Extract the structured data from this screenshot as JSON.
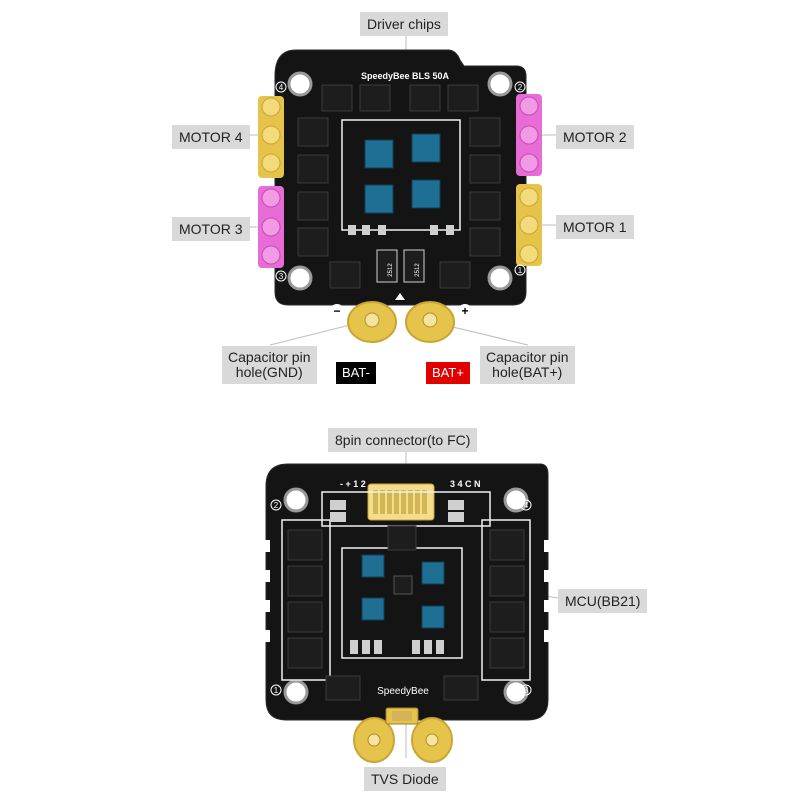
{
  "top_board": {
    "silkscreen_title": "SpeedyBee BLS 50A",
    "resistor_marks": [
      "2512",
      "2512"
    ],
    "minus_mark": "−",
    "plus_mark": "+",
    "corner_marks": [
      "4",
      "2",
      "3",
      "1"
    ]
  },
  "bottom_board": {
    "silkscreen_brand": "SpeedyBee",
    "pin_marks_left": "- + 1 2",
    "pin_marks_right": "3 4 C N",
    "corner_marks": [
      "2",
      "4",
      "1",
      "3"
    ]
  },
  "labels": {
    "driver_chips": "Driver chips",
    "motor4": "MOTOR 4",
    "motor3": "MOTOR 3",
    "motor2": "MOTOR 2",
    "motor1": "MOTOR 1",
    "cap_gnd": "Capacitor pin\nhole(GND)",
    "cap_bat": "Capacitor pin\nhole(BAT+)",
    "bat_neg": "BAT-",
    "bat_pos": "BAT+",
    "connector": "8pin connector(to FC)",
    "mcu": "MCU(BB21)",
    "tvs": "TVS Diode"
  },
  "colors": {
    "pcb": "#141414",
    "pad_gold": "#e6c34a",
    "pad_pink": "#e76cd6",
    "chip_blue": "#1f6f95"
  }
}
